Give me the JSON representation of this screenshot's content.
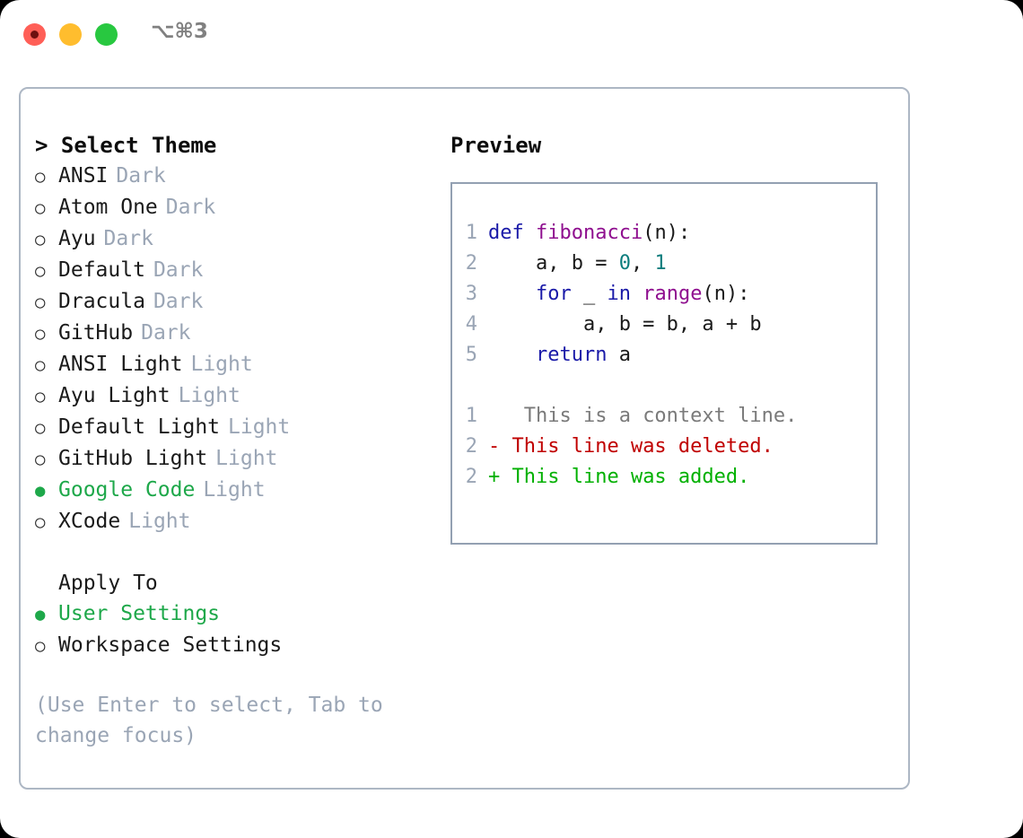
{
  "window": {
    "shortcut_label": "⌥⌘3",
    "traffic_lights": [
      {
        "name": "close",
        "color": "#ff5f57"
      },
      {
        "name": "minimize",
        "color": "#ffbd2e"
      },
      {
        "name": "maximize",
        "color": "#28c840"
      }
    ]
  },
  "theme_picker": {
    "heading": "> Select Theme",
    "marker_selected": "●",
    "marker_unselected": "○",
    "accent_color": "#1ea84a",
    "options": [
      {
        "name": "ANSI",
        "variant": "Dark",
        "selected": false
      },
      {
        "name": "Atom One",
        "variant": "Dark",
        "selected": false
      },
      {
        "name": "Ayu",
        "variant": "Dark",
        "selected": false
      },
      {
        "name": "Default",
        "variant": "Dark",
        "selected": false
      },
      {
        "name": "Dracula",
        "variant": "Dark",
        "selected": false
      },
      {
        "name": "GitHub",
        "variant": "Dark",
        "selected": false
      },
      {
        "name": "ANSI Light",
        "variant": "Light",
        "selected": false
      },
      {
        "name": "Ayu Light",
        "variant": "Light",
        "selected": false
      },
      {
        "name": "Default Light",
        "variant": "Light",
        "selected": false
      },
      {
        "name": "GitHub Light",
        "variant": "Light",
        "selected": false
      },
      {
        "name": "Google Code",
        "variant": "Light",
        "selected": true
      },
      {
        "name": "XCode",
        "variant": "Light",
        "selected": false
      }
    ]
  },
  "apply_to": {
    "heading": "Apply To",
    "options": [
      {
        "name": "User Settings",
        "selected": true
      },
      {
        "name": "Workspace Settings",
        "selected": false
      }
    ]
  },
  "hint": "(Use Enter to select, Tab to change focus)",
  "preview": {
    "title": "Preview",
    "colors": {
      "keyword": "#1a1aa8",
      "function": "#8f0f8f",
      "number": "#0b7d7d",
      "text": "#1a1a1a",
      "line_number": "#9aa5b5",
      "diff_context": "#7a7a7a",
      "diff_deleted": "#c00000",
      "diff_added": "#00b000"
    },
    "code_lines": [
      {
        "num": "1",
        "tokens": [
          {
            "t": "def",
            "c": "kw"
          },
          {
            "t": " ",
            "c": "txt"
          },
          {
            "t": "fibonacci",
            "c": "fn"
          },
          {
            "t": "(n):",
            "c": "punc"
          }
        ]
      },
      {
        "num": "2",
        "tokens": [
          {
            "t": "    a, b = ",
            "c": "txt"
          },
          {
            "t": "0",
            "c": "num"
          },
          {
            "t": ", ",
            "c": "txt"
          },
          {
            "t": "1",
            "c": "num"
          }
        ]
      },
      {
        "num": "3",
        "tokens": [
          {
            "t": "    ",
            "c": "txt"
          },
          {
            "t": "for",
            "c": "kw"
          },
          {
            "t": " _ ",
            "c": "txt"
          },
          {
            "t": "in",
            "c": "kw"
          },
          {
            "t": " ",
            "c": "txt"
          },
          {
            "t": "range",
            "c": "fn"
          },
          {
            "t": "(n):",
            "c": "punc"
          }
        ]
      },
      {
        "num": "4",
        "tokens": [
          {
            "t": "        a, b = b, a + b",
            "c": "txt"
          }
        ]
      },
      {
        "num": "5",
        "tokens": [
          {
            "t": "    ",
            "c": "txt"
          },
          {
            "t": "return",
            "c": "kw"
          },
          {
            "t": " a",
            "c": "txt"
          }
        ]
      }
    ],
    "diff_lines": [
      {
        "num": "1",
        "sign": " ",
        "text": "  This is a context line.",
        "kind": "ctx"
      },
      {
        "num": "2",
        "sign": "-",
        "text": " This line was deleted.",
        "kind": "del"
      },
      {
        "num": "2",
        "sign": "+",
        "text": " This line was added.",
        "kind": "add"
      }
    ]
  }
}
